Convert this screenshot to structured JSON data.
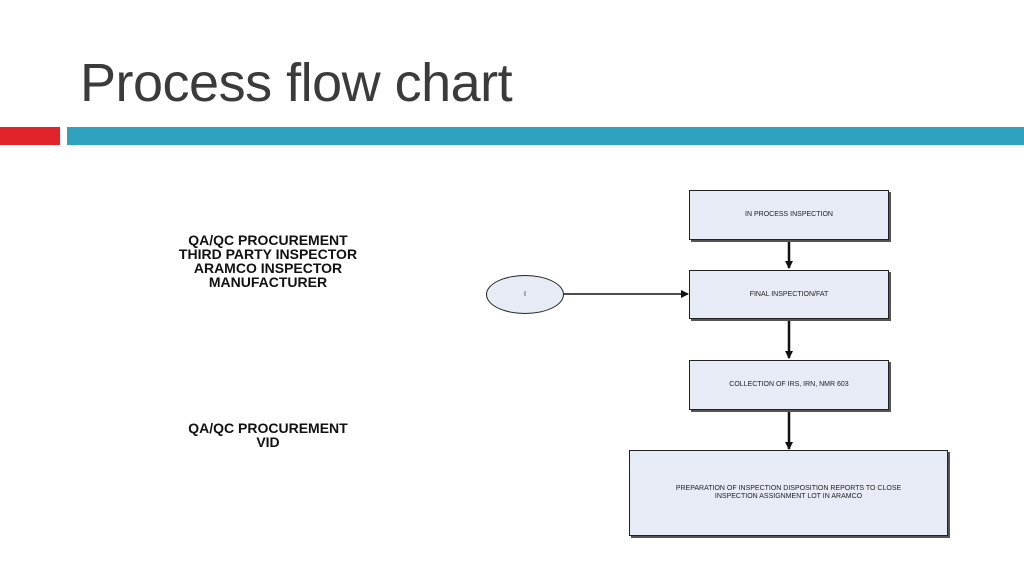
{
  "slide": {
    "title": "Process flow chart",
    "accent_colors": {
      "red": "#e0242a",
      "blue": "#2ea3c0"
    }
  },
  "roles": {
    "group_1": [
      "QA/QC PROCUREMENT",
      "THIRD PARTY INSPECTOR",
      "ARAMCO INSPECTOR",
      "MANUFACTURER"
    ],
    "group_2": [
      "QA/QC PROCUREMENT",
      "VID"
    ]
  },
  "flow": {
    "connector_label": "I",
    "steps": [
      "IN PROCESS INSPECTION",
      "FINAL INSPECTION/FAT",
      "COLLECTION OF IRS, IRN, NMR 603",
      "PREPARATION OF INSPECTION DISPOSITION REPORTS TO CLOSE INSPECTION ASSIGNMENT LOT IN ARAMCO"
    ]
  }
}
